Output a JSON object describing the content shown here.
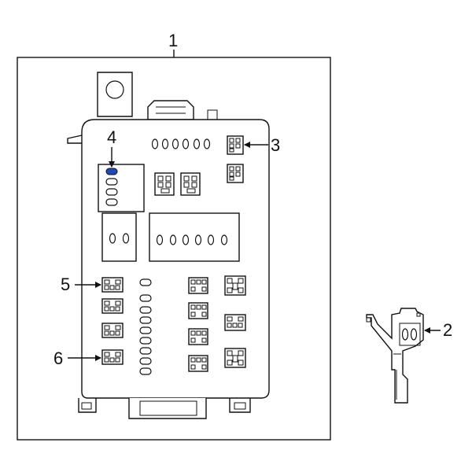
{
  "callouts": {
    "part_1": "1",
    "part_2": "2",
    "part_3": "3",
    "part_4": "4",
    "part_5": "5",
    "part_6": "6"
  },
  "colors": {
    "line": "#111111",
    "highlight_fuse": "#1f47b8",
    "background": "#ffffff"
  }
}
